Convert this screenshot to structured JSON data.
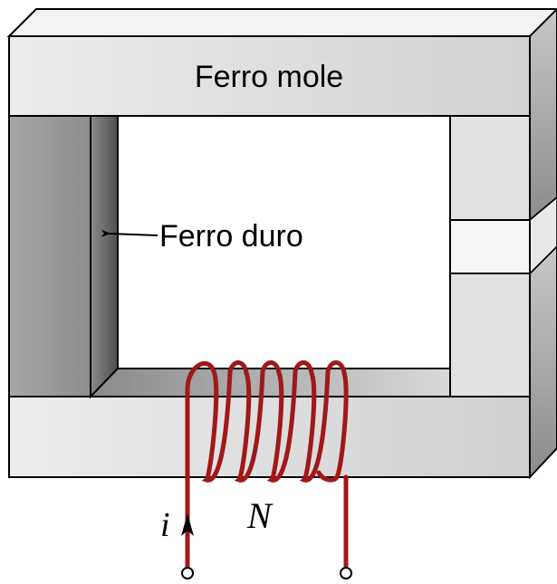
{
  "labels": {
    "soft_iron": "Ferro mole",
    "hard_iron": "Ferro duro",
    "current": "i",
    "turns": "N"
  },
  "colors": {
    "core_face": "#e6e6e6",
    "core_top": "#f4f4f4",
    "core_side": "#b9b9b9",
    "magnet_face": "#9a9a9a",
    "magnet_inner": "#6f6f6f",
    "coil": "#a01818",
    "outline": "#000000"
  }
}
